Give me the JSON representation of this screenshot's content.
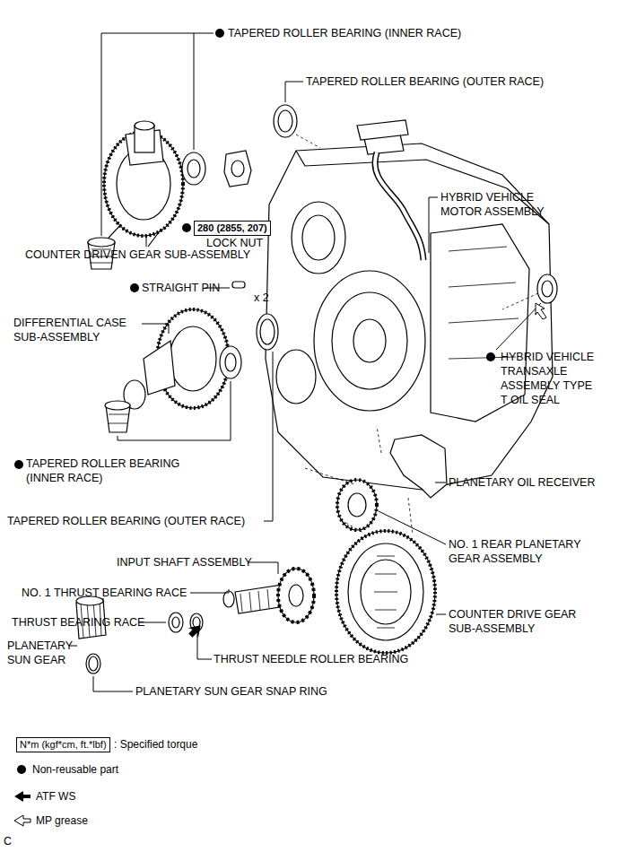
{
  "diagram": {
    "nodes": [
      {
        "text": [
          "280 (2855, 207)"
        ]
      },
      {
        "text": [
          "N*m (kgf*cm, ft.*lbf)"
        ]
      }
    ],
    "labels": [
      "TAPERED ROLLER BEARING (INNER RACE)",
      "TAPERED ROLLER BEARING (OUTER RACE)",
      "HYBRID VEHICLE MOTOR ASSEMBLY",
      "LOCK NUT",
      "COUNTER DRIVEN GEAR SUB-ASSEMBLY",
      "STRAIGHT PIN",
      "x 2",
      "DIFFERENTIAL CASE SUB-ASSEMBLY",
      "HYBRID VEHICLE TRANSAXLE ASSEMBLY TYPE T OIL SEAL",
      "TAPERED ROLLER BEARING (INNER RACE)",
      "PLANETARY OIL RECEIVER",
      "TAPERED ROLLER BEARING (OUTER RACE)",
      "NO. 1 REAR PLANETARY GEAR ASSEMBLY",
      "INPUT SHAFT ASSEMBLY",
      "NO. 1 THRUST BEARING RACE",
      "THRUST BEARING RACE",
      "COUNTER DRIVE GEAR SUB-ASSEMBLY",
      "PLANETARY SUN GEAR",
      "THRUST NEEDLE ROLLER BEARING",
      "PLANETARY SUN GEAR SNAP RING",
      "C"
    ],
    "legend": [
      {
        "text": ": Specified torque"
      },
      {
        "text": "Non-reusable part"
      },
      {
        "text": "ATF WS"
      },
      {
        "text": "MP grease"
      }
    ]
  }
}
